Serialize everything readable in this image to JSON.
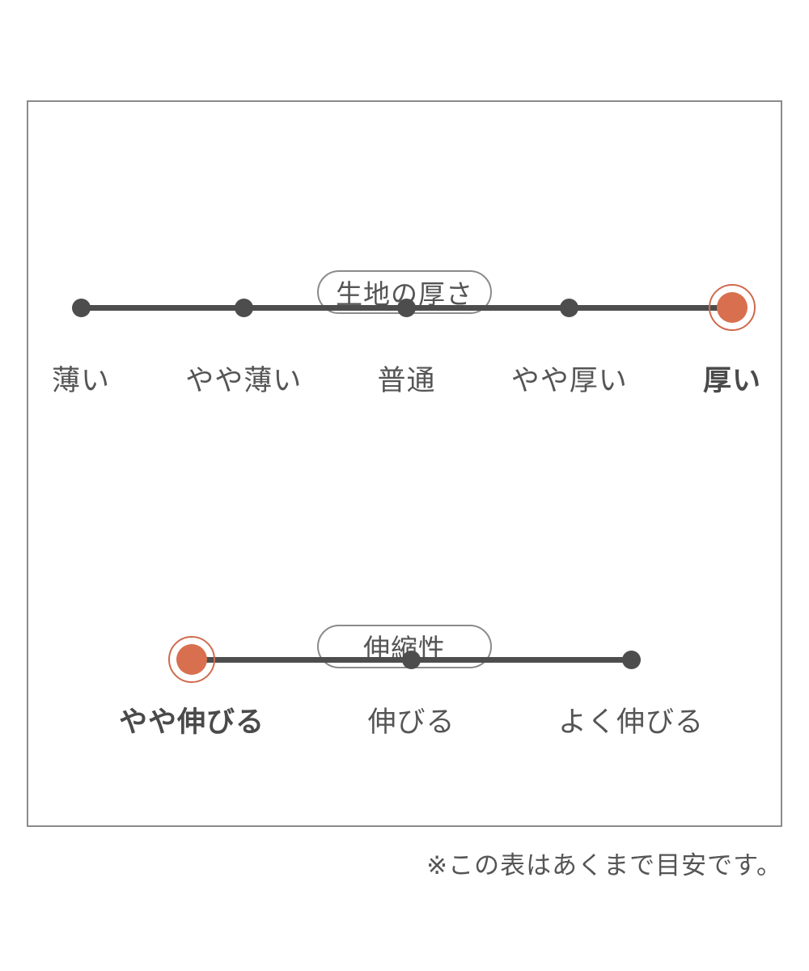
{
  "image": {
    "background": "#ffffff",
    "description_type": "product-fabric-spec-infographic"
  },
  "colors": {
    "line_and_dots": "#4d4d4d",
    "text": "#555555",
    "accent_selected": "#d8704f",
    "accent_ring": "#cf6a4d",
    "box_border": "#8b8b8b"
  },
  "footer": {
    "note": "※この表はあくまで目安です。"
  },
  "chart_data": [
    {
      "type": "scale",
      "title": "生地の厚さ",
      "categories": [
        "薄い",
        "やや薄い",
        "普通",
        "やや厚い",
        "厚い"
      ],
      "selected_index": 4,
      "selected_label": "厚い",
      "points_total": 5
    },
    {
      "type": "scale",
      "title": "伸縮性",
      "categories": [
        "やや伸びる",
        "伸びる",
        "よく伸びる"
      ],
      "selected_index": 0,
      "selected_label": "やや伸びる",
      "points_total": 3
    }
  ]
}
